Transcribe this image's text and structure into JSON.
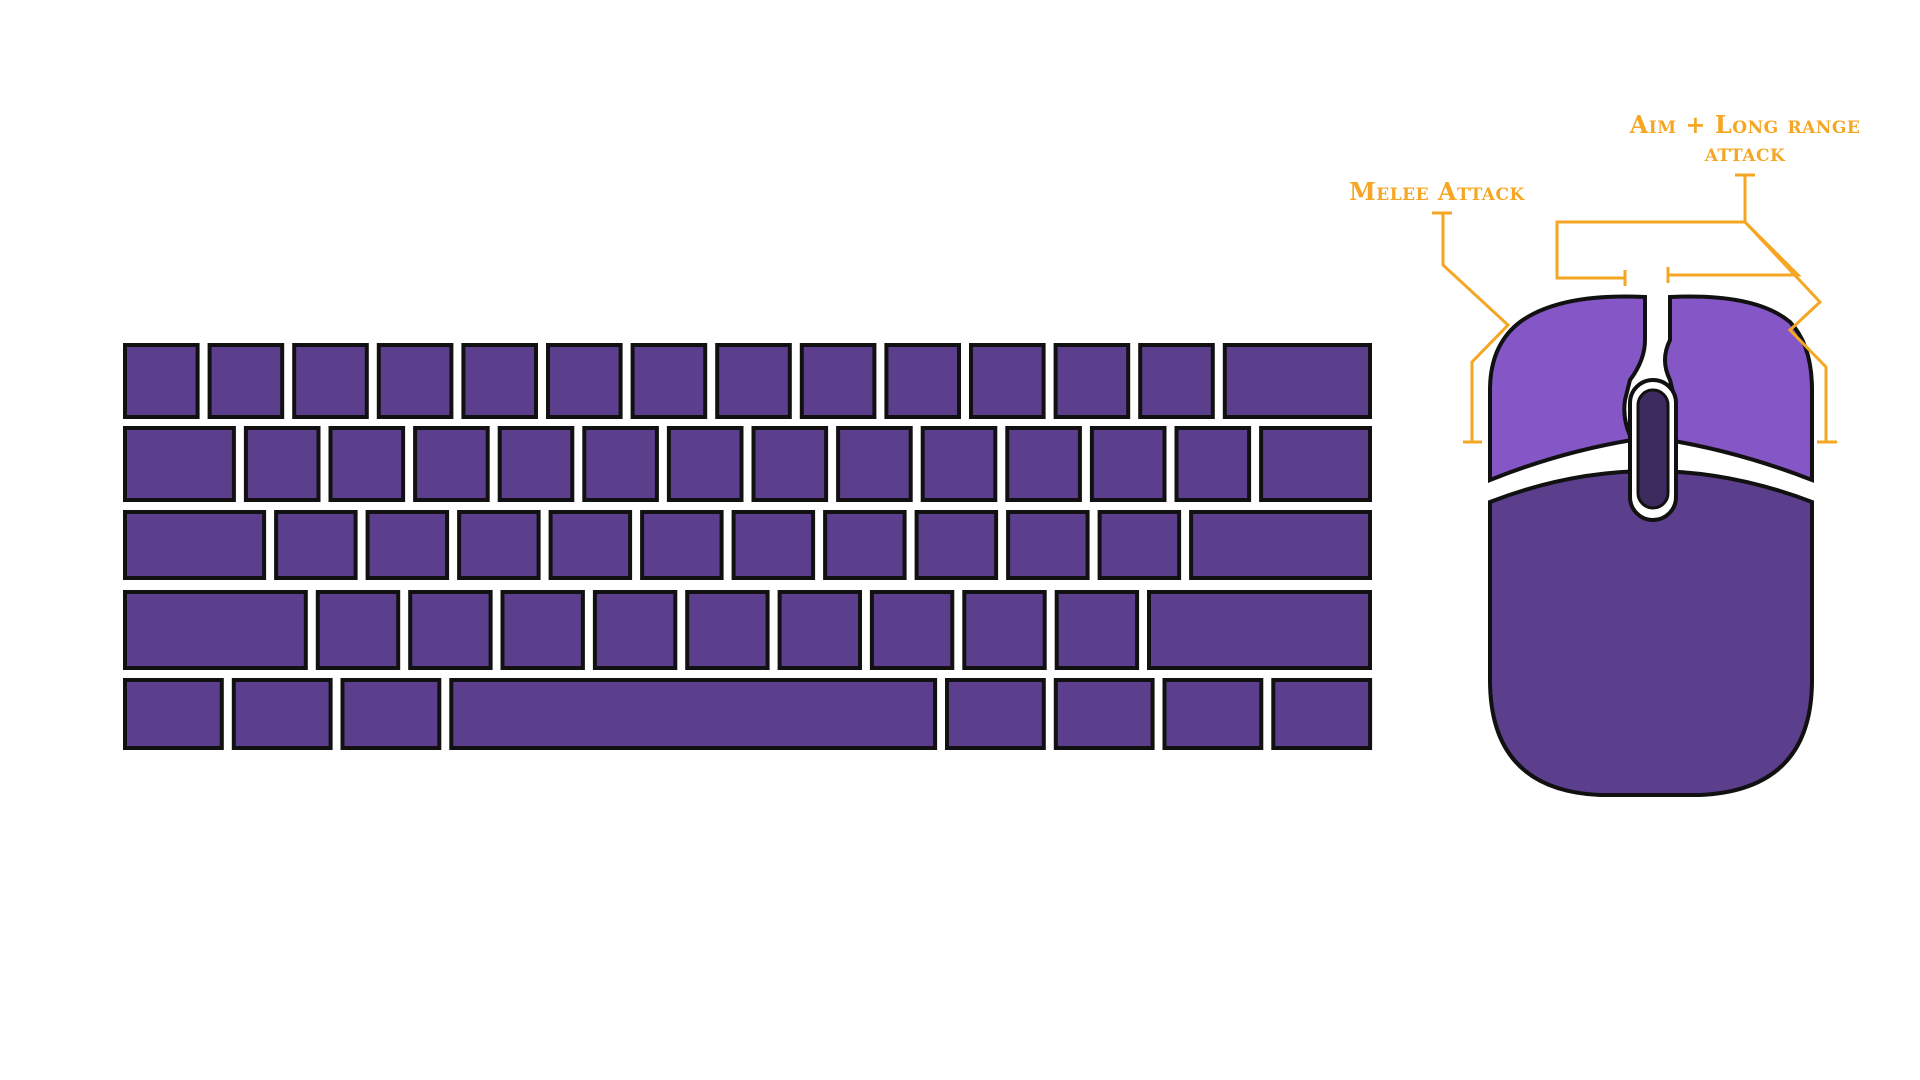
{
  "colors": {
    "background": "#ffffff",
    "key_fill": "#5b3f8c",
    "key_stroke": "#111111",
    "mouse_body": "#5b3f8c",
    "mouse_buttons": "#8456c6",
    "scroll_wheel": "#3d2a5e",
    "callout": "#f5a623"
  },
  "keyboard": {
    "name": "keyboard",
    "rows": [
      {
        "key_units": [
          1,
          1,
          1,
          1,
          1,
          1,
          1,
          1,
          1,
          1,
          1,
          1,
          1,
          2
        ]
      },
      {
        "key_units": [
          1.5,
          1,
          1,
          1,
          1,
          1,
          1,
          1,
          1,
          1,
          1,
          1,
          1,
          1.5
        ]
      },
      {
        "key_units": [
          1.75,
          1,
          1,
          1,
          1,
          1,
          1,
          1,
          1,
          1,
          1,
          2.25
        ]
      },
      {
        "key_units": [
          2.25,
          1,
          1,
          1,
          1,
          1,
          1,
          1,
          1,
          1,
          2.75
        ]
      },
      {
        "key_units": [
          1.25,
          1.25,
          1.25,
          6.25,
          1.25,
          1.25,
          1.25,
          1.25
        ]
      }
    ]
  },
  "mouse": {
    "left_button": {
      "action": "Melee Attack"
    },
    "right_button": {
      "action": "Aim + Long range attack"
    },
    "callouts": {
      "melee": "Melee Attack",
      "aim_line1": "Aim + Long range",
      "aim_line2": "attack"
    }
  }
}
